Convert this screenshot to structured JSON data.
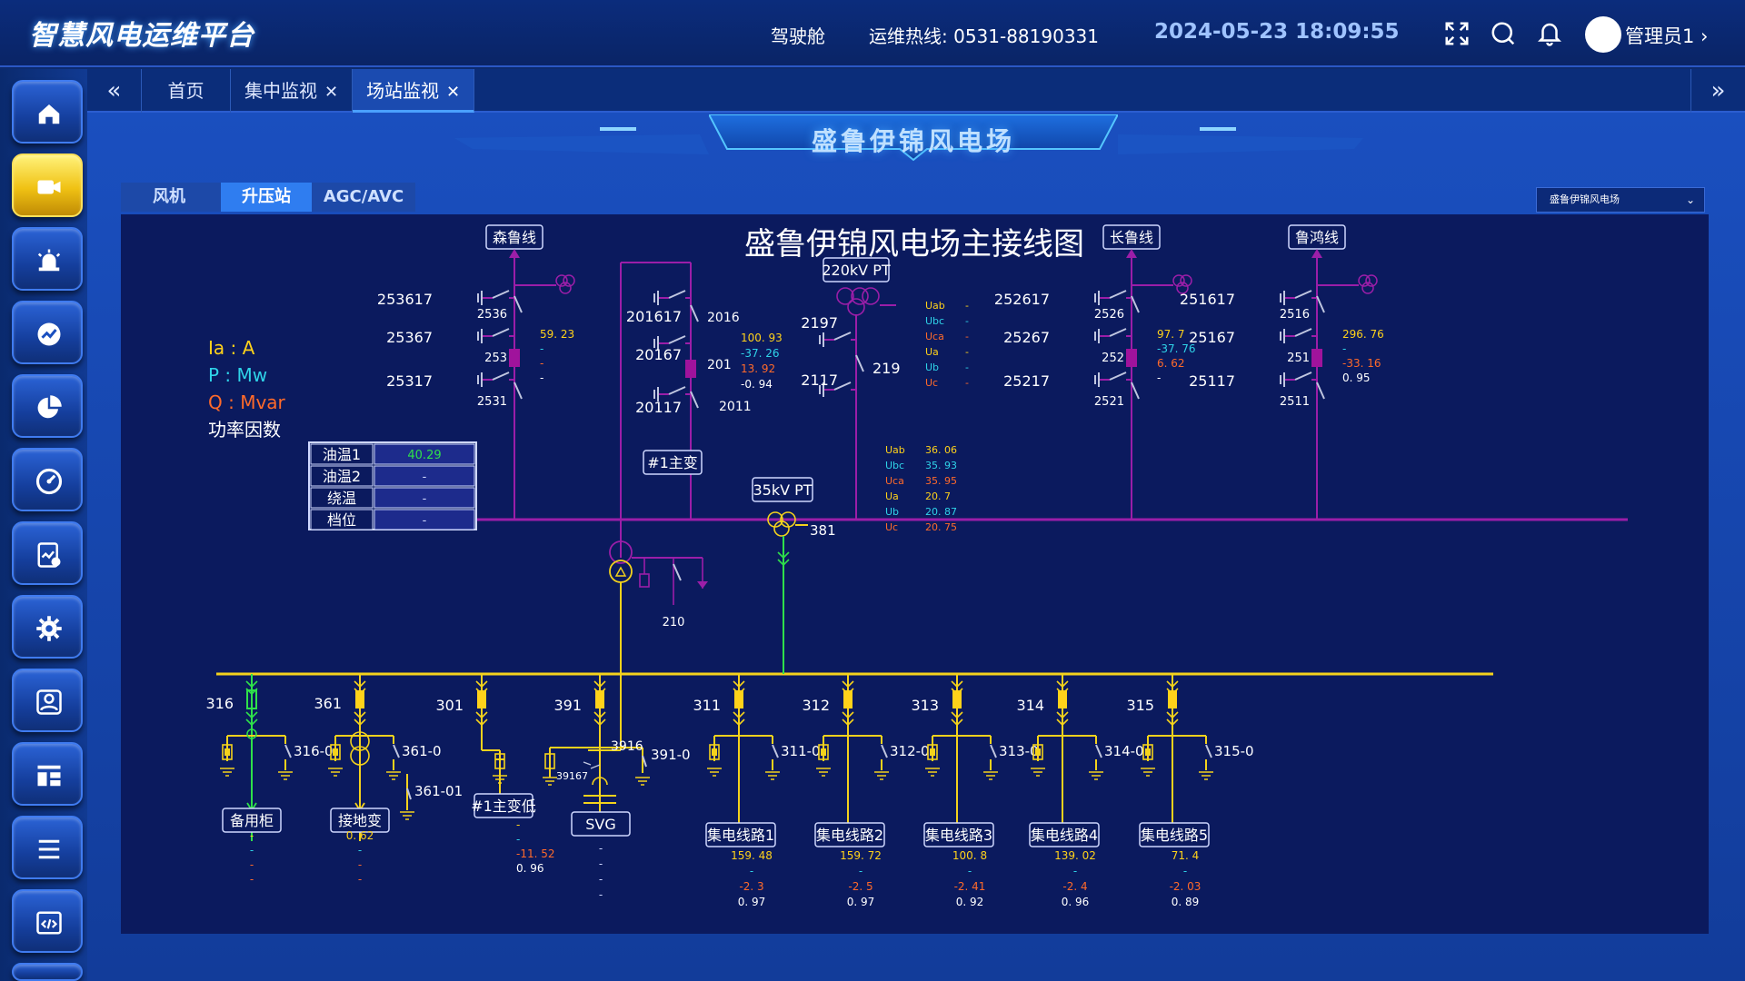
{
  "header": {
    "app_title": "智慧风电运维平台",
    "cockpit": "驾驶舱",
    "hotline": "运维热线: 0531-88190331",
    "datetime": "2024-05-23 18:09:55",
    "user": "管理员1",
    "icons": [
      "fullscreen-icon",
      "search-icon",
      "bell-icon",
      "chevron-right-icon"
    ]
  },
  "sidebar": {
    "items": [
      {
        "name": "home",
        "icon": "home-icon"
      },
      {
        "name": "video",
        "icon": "video-camera-icon",
        "active": true
      },
      {
        "name": "alarm",
        "icon": "alarm-light-icon"
      },
      {
        "name": "trend",
        "icon": "trend-chart-icon"
      },
      {
        "name": "pie",
        "icon": "pie-chart-icon"
      },
      {
        "name": "gauge",
        "icon": "gauge-icon"
      },
      {
        "name": "report",
        "icon": "report-icon"
      },
      {
        "name": "settings",
        "icon": "gear-icon"
      },
      {
        "name": "personnel",
        "icon": "person-card-icon"
      },
      {
        "name": "layout",
        "icon": "layout-icon"
      },
      {
        "name": "menu",
        "icon": "list-icon"
      },
      {
        "name": "code",
        "icon": "code-window-icon"
      }
    ]
  },
  "tabs": [
    {
      "label": "首页",
      "closable": false
    },
    {
      "label": "集中监视",
      "closable": true
    },
    {
      "label": "场站监视",
      "closable": true,
      "active": true
    }
  ],
  "banner_title": "盛鲁伊锦风电场",
  "subtabs": [
    "风机",
    "升压站",
    "AGC/AVC"
  ],
  "active_subtab": "升压站",
  "station_select": "盛鲁伊锦风电场",
  "diagram": {
    "title": "盛鲁伊锦风电场主接线图",
    "legend": [
      {
        "text": "Ia : A",
        "color": "#ffd21a"
      },
      {
        "text": "P : Mw",
        "color": "#2fd3e8"
      },
      {
        "text": "Q : Mvar",
        "color": "#ff6a2a"
      },
      {
        "text": "功率因数",
        "color": "#ffffff"
      }
    ],
    "lines220": [
      {
        "name": "森鲁线",
        "top": "253617",
        "mid": "25367",
        "bot": "25317",
        "s1": "2536",
        "s2": "253",
        "s3": "2531",
        "vals": [
          "59. 23",
          "-",
          "-",
          "-"
        ]
      },
      {
        "name": "长鲁线",
        "top": "252617",
        "mid": "25267",
        "bot": "25217",
        "s1": "2526",
        "s2": "252",
        "s3": "2521",
        "vals": [
          "97. 7",
          "-37. 76",
          "6. 62",
          "-"
        ]
      },
      {
        "name": "鲁鸿线",
        "top": "251617",
        "mid": "25167",
        "bot": "25117",
        "s1": "2516",
        "s2": "251",
        "s3": "2511",
        "vals": [
          "296. 76",
          "-",
          "-33. 16",
          "0. 95"
        ]
      }
    ],
    "transformer_feeder": {
      "top": "201617",
      "mid": "20167",
      "bot": "20117",
      "s1": "2016",
      "s2": "201",
      "s3": "2011",
      "vals": [
        "100. 93",
        "-37. 26",
        "13. 92",
        "-0. 94"
      ]
    },
    "pt220": {
      "label": "220kV PT",
      "top": "2197",
      "bot": "2117",
      "main": "219",
      "keys": [
        "Uab",
        "Ubc",
        "Uca",
        "Ua",
        "Ub",
        "Uc"
      ],
      "vals": [
        "-",
        "-",
        "-",
        "-",
        "-",
        "-"
      ]
    },
    "main_transformer": {
      "label": "#1主变",
      "table": [
        {
          "k": "油温1",
          "v": "40.29"
        },
        {
          "k": "油温2",
          "v": "-"
        },
        {
          "k": "绕温",
          "v": "-"
        },
        {
          "k": "档位",
          "v": "-"
        }
      ],
      "sw": "210"
    },
    "pt35": {
      "label": "35kV PT",
      "sw": "381",
      "keys": [
        "Uab",
        "Ubc",
        "Uca",
        "Ua",
        "Ub",
        "Uc"
      ],
      "vals": [
        "36. 06",
        "35. 93",
        "35. 95",
        "20. 7",
        "20. 87",
        "20. 75"
      ]
    },
    "bays": [
      {
        "id": "316",
        "gnd": "316-0",
        "label": "备用柜",
        "vals": [
          "-",
          "-",
          "-",
          "-"
        ]
      },
      {
        "id": "361",
        "gnd": "361-0",
        "extra": "361-01",
        "label": "接地变",
        "vals": [
          "0. 62",
          "-",
          "-",
          "-"
        ]
      },
      {
        "id": "301",
        "label": "#1主变低",
        "vals": [
          "-",
          "-",
          "-11. 52",
          "0. 96"
        ]
      },
      {
        "id": "391",
        "gnd": "391-0",
        "sw": "3916",
        "sw2": "39167",
        "label": "SVG",
        "vals": [
          "-",
          "-",
          "-",
          "-"
        ]
      },
      {
        "id": "311",
        "gnd": "311-0",
        "label": "集电线路1",
        "vals": [
          "159. 48",
          "-",
          "-2. 3",
          "0. 97"
        ]
      },
      {
        "id": "312",
        "gnd": "312-0",
        "label": "集电线路2",
        "vals": [
          "159. 72",
          "-",
          "-2. 5",
          "0. 97"
        ]
      },
      {
        "id": "313",
        "gnd": "313-0",
        "label": "集电线路3",
        "vals": [
          "100. 8",
          "-",
          "-2. 41",
          "0. 92"
        ]
      },
      {
        "id": "314",
        "gnd": "314-0",
        "label": "集电线路4",
        "vals": [
          "139. 02",
          "-",
          "-2. 4",
          "0. 96"
        ]
      },
      {
        "id": "315",
        "gnd": "315-0",
        "label": "集电线路5",
        "vals": [
          "71. 4",
          "-",
          "-2. 03",
          "0. 89"
        ]
      }
    ]
  },
  "colors": {
    "bus220": "#9b1ea8",
    "bus35": "#f4d21c",
    "breaker_yellow": "#ffd21a",
    "breaker_purple": "#a0139c",
    "green": "#2fe04a",
    "value_yellow": "#ffd21a",
    "value_cyan": "#2fd3e8",
    "value_orange": "#ff6a2a"
  }
}
